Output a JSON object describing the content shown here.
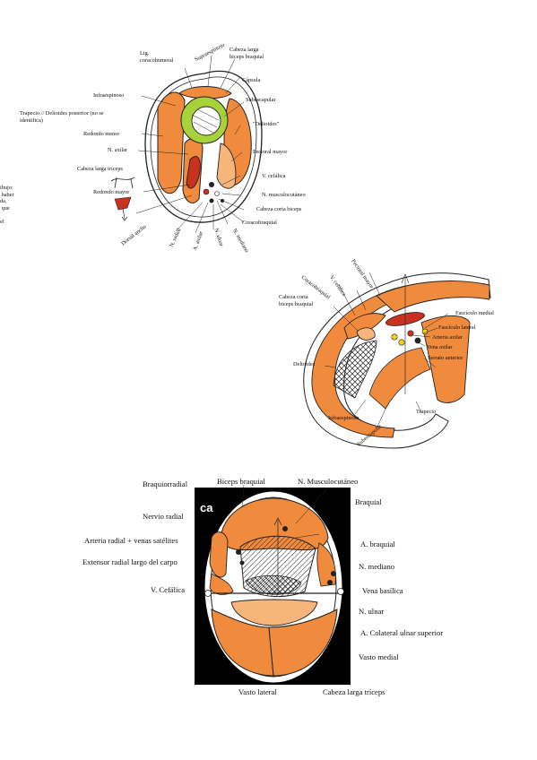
{
  "colors": {
    "muscle": "#f08a3c",
    "muscle_light": "#f7b57c",
    "artery": "#c8321e",
    "nerve": "#f2d21a",
    "cartilage": "#a8d23a",
    "outline": "#222222",
    "panel": "#000000"
  },
  "figure1": {
    "labels": {
      "lig_coracohumeral": "Lig.\ncoracohumeral",
      "supraespinoso": "Supraespinoso",
      "cabeza_larga_biceps": "Cabeza larga\nbiceps braquial",
      "capsula": "Cápsula",
      "infraespinoso": "Infraespinoso",
      "subescapular": "Subescapular",
      "trapecio_deltoides": "Trapecio // Deltoides posterior (no se\nidentifica)",
      "deltoides": "\"Deltoides\"",
      "redondo_menor": "Redondo menor",
      "n_axilar": "N. axilar",
      "pectoral_mayor": "Pectoral mayor",
      "v_cefalica": "V. cefálica",
      "cabeza_larga_triceps": "Cabeza larga tríceps",
      "n_musculocutaneo": "N. musculocutáneo",
      "redondo_mayor": "Redondo mayor",
      "cabeza_corta_biceps": "Cabeza corta biceps",
      "coracobraquial": "Coracobraquial",
      "dorsal_ancho": "Dorsal ancho",
      "n_radial": "N. radial",
      "a_axilar": "A. axilar",
      "n_ulnar": "N. ulnar",
      "n_mediano": "N. mediano",
      "left_fragment": "ibujo:\n haber\nda,\n que\n\nel"
    }
  },
  "figure2": {
    "labels": {
      "pectoral_mayor": "Pectoral mayor",
      "v_cefalica": "V. cefálica",
      "coracobraquial": "Coracobraquial",
      "cabeza_corta_biceps": "Cabeza corta\nbiceps braquial",
      "fasciculo_medial": "Fascículo medial",
      "fasciculo_lateral": "Fascículo lateral",
      "arteria_axilar": "Arteria axilar",
      "vena_axilar": "Vena axilar",
      "serrato_anterior": "Serrato anterior",
      "deltoides": "Deltoides",
      "trapecio": "Trapecio",
      "infraespinoso": "Infraespinoso",
      "subescapular": "Subescapular"
    }
  },
  "figure3": {
    "overlay_text": "ca",
    "labels": {
      "braquiorradial": "Braquiorradial",
      "biceps_braquial": "Bíceps braquial",
      "n_musculocutaneo": "N. Musculocutáneo",
      "braquial": "Braquial",
      "nervio_radial": "Nervio radial",
      "arteria_radial": "Arteria radial + venas satélites",
      "a_braquial": "A. braquial",
      "extensor_radial": "Extensor radial largo del carpo",
      "n_mediano": "N. mediano",
      "v_cefalica": "V. Cefálica",
      "vena_basilica": "Vena basílica",
      "n_ulnar": "N. ulnar",
      "a_colateral": "A. Colateral ulnar superior",
      "vasto_medial": "Vasto medial",
      "vasto_lateral": "Vasto lateral",
      "cabeza_larga_triceps": "Cabeza larga tríceps"
    }
  }
}
